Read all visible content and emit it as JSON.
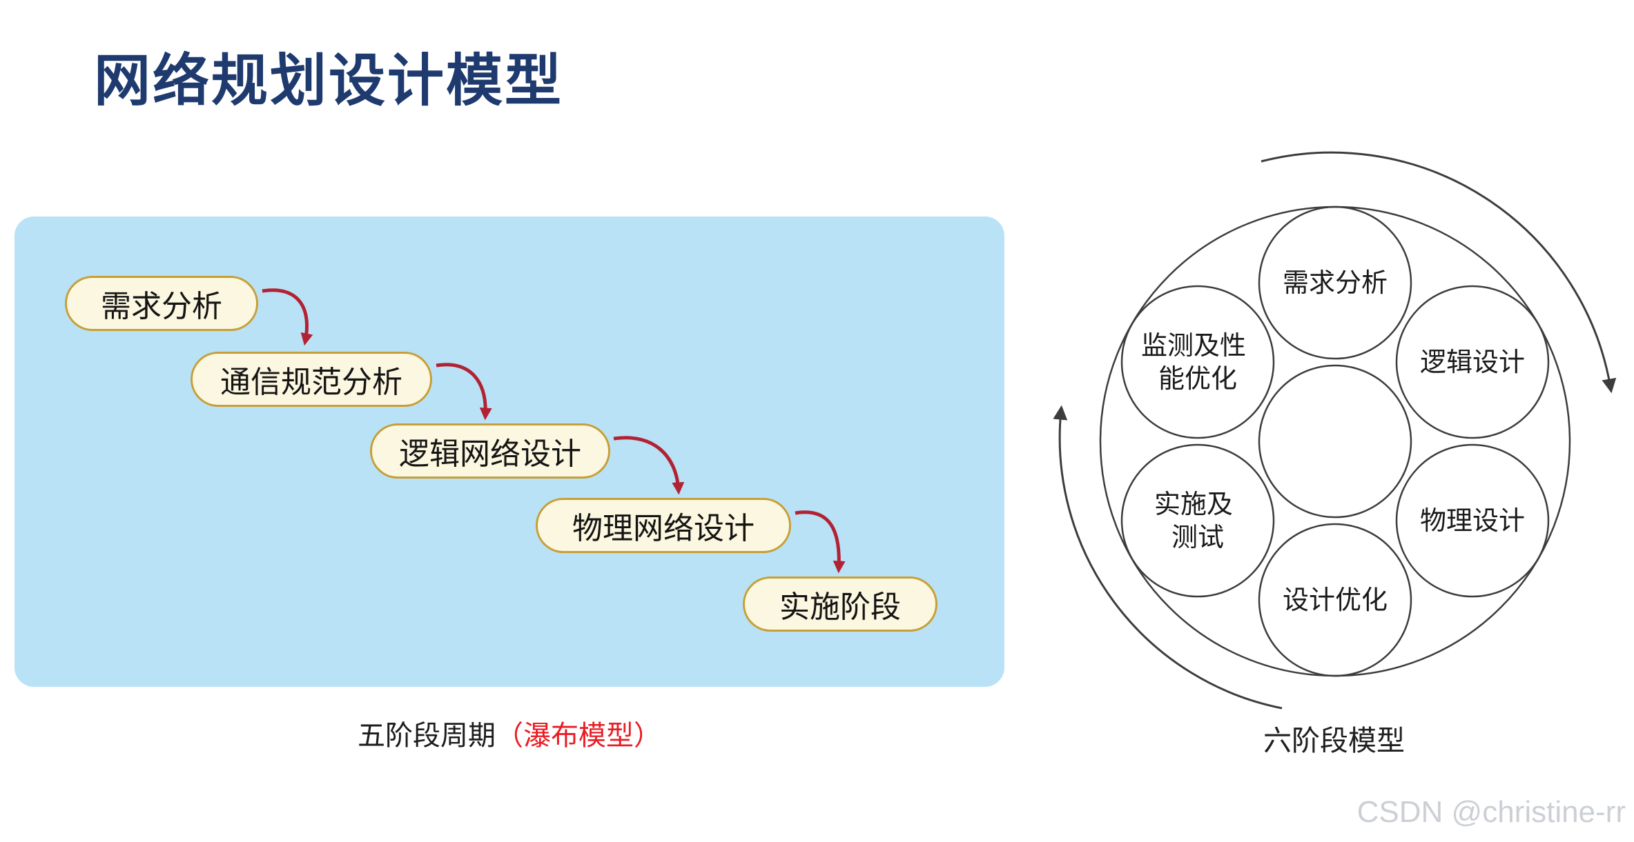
{
  "title": "网络规划设计模型",
  "waterfall": {
    "stages": [
      {
        "label": "需求分析"
      },
      {
        "label": "通信规范分析"
      },
      {
        "label": "逻辑网络设计"
      },
      {
        "label": "物理网络设计"
      },
      {
        "label": "实施阶段"
      }
    ],
    "caption": "五阶段周期",
    "caption_highlight": "（瀑布模型）"
  },
  "cycle": {
    "nodes": [
      {
        "lines": [
          "需求分析"
        ]
      },
      {
        "lines": [
          "逻辑设计"
        ]
      },
      {
        "lines": [
          "物理设计"
        ]
      },
      {
        "lines": [
          "设计优化"
        ]
      },
      {
        "lines": [
          "实施及",
          "测试"
        ]
      },
      {
        "lines": [
          "监测及性",
          "能优化"
        ]
      }
    ],
    "caption": "六阶段模型"
  },
  "watermark": "CSDN @christine-rr",
  "colors": {
    "title": "#1e3a6e",
    "panel_background": "#b9e2f6",
    "pill_fill": "#fcf7e0",
    "pill_border": "#c79f37",
    "flow_arrow": "#b22233",
    "caption_highlight": "#ea1c24",
    "diagram_stroke": "#3c3c3c",
    "watermark": "#ccd0d5"
  }
}
